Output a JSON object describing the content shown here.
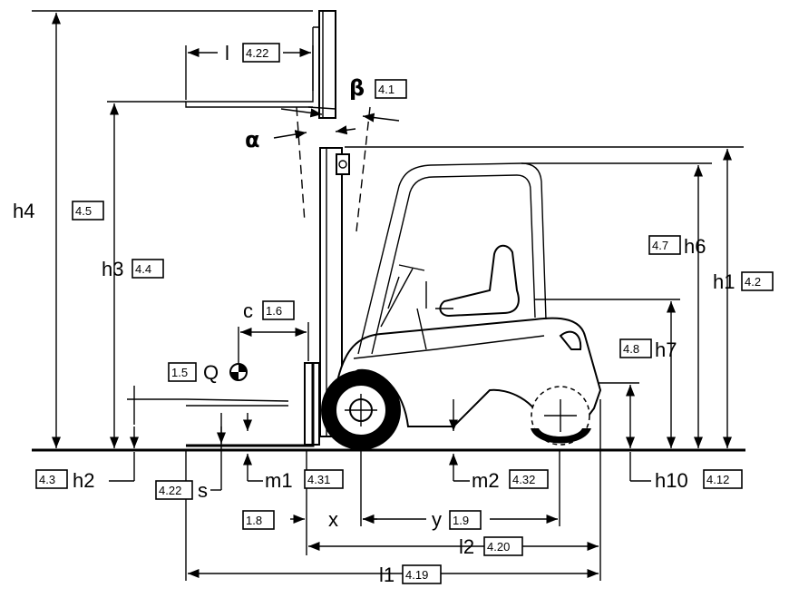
{
  "labels": {
    "h4": {
      "sym": "h4",
      "ref": "4.5"
    },
    "h3": {
      "sym": "h3",
      "ref": "4.4"
    },
    "h2": {
      "sym": "h2",
      "ref": "4.3"
    },
    "l_top": {
      "sym": "l",
      "ref": "4.22"
    },
    "beta": {
      "sym": "β",
      "ref": "4.1"
    },
    "alpha": {
      "sym": "α"
    },
    "c": {
      "sym": "c",
      "ref": "1.6"
    },
    "q": {
      "sym": "Q",
      "ref": "1.5"
    },
    "s": {
      "sym": "s",
      "ref": "4.22"
    },
    "m1": {
      "sym": "m1",
      "ref": "4.31"
    },
    "m2": {
      "sym": "m2",
      "ref": "4.32"
    },
    "h6": {
      "sym": "h6",
      "ref": "4.7"
    },
    "h7": {
      "sym": "h7",
      "ref": "4.8"
    },
    "h1": {
      "sym": "h1",
      "ref": "4.2"
    },
    "h10": {
      "sym": "h10",
      "ref": "4.12"
    },
    "x": {
      "sym": "x",
      "ref": "1.8"
    },
    "y": {
      "sym": "y",
      "ref": "1.9"
    },
    "l2": {
      "sym": "l2",
      "ref": "4.20"
    },
    "l1": {
      "sym": "l1",
      "ref": "4.19"
    }
  }
}
